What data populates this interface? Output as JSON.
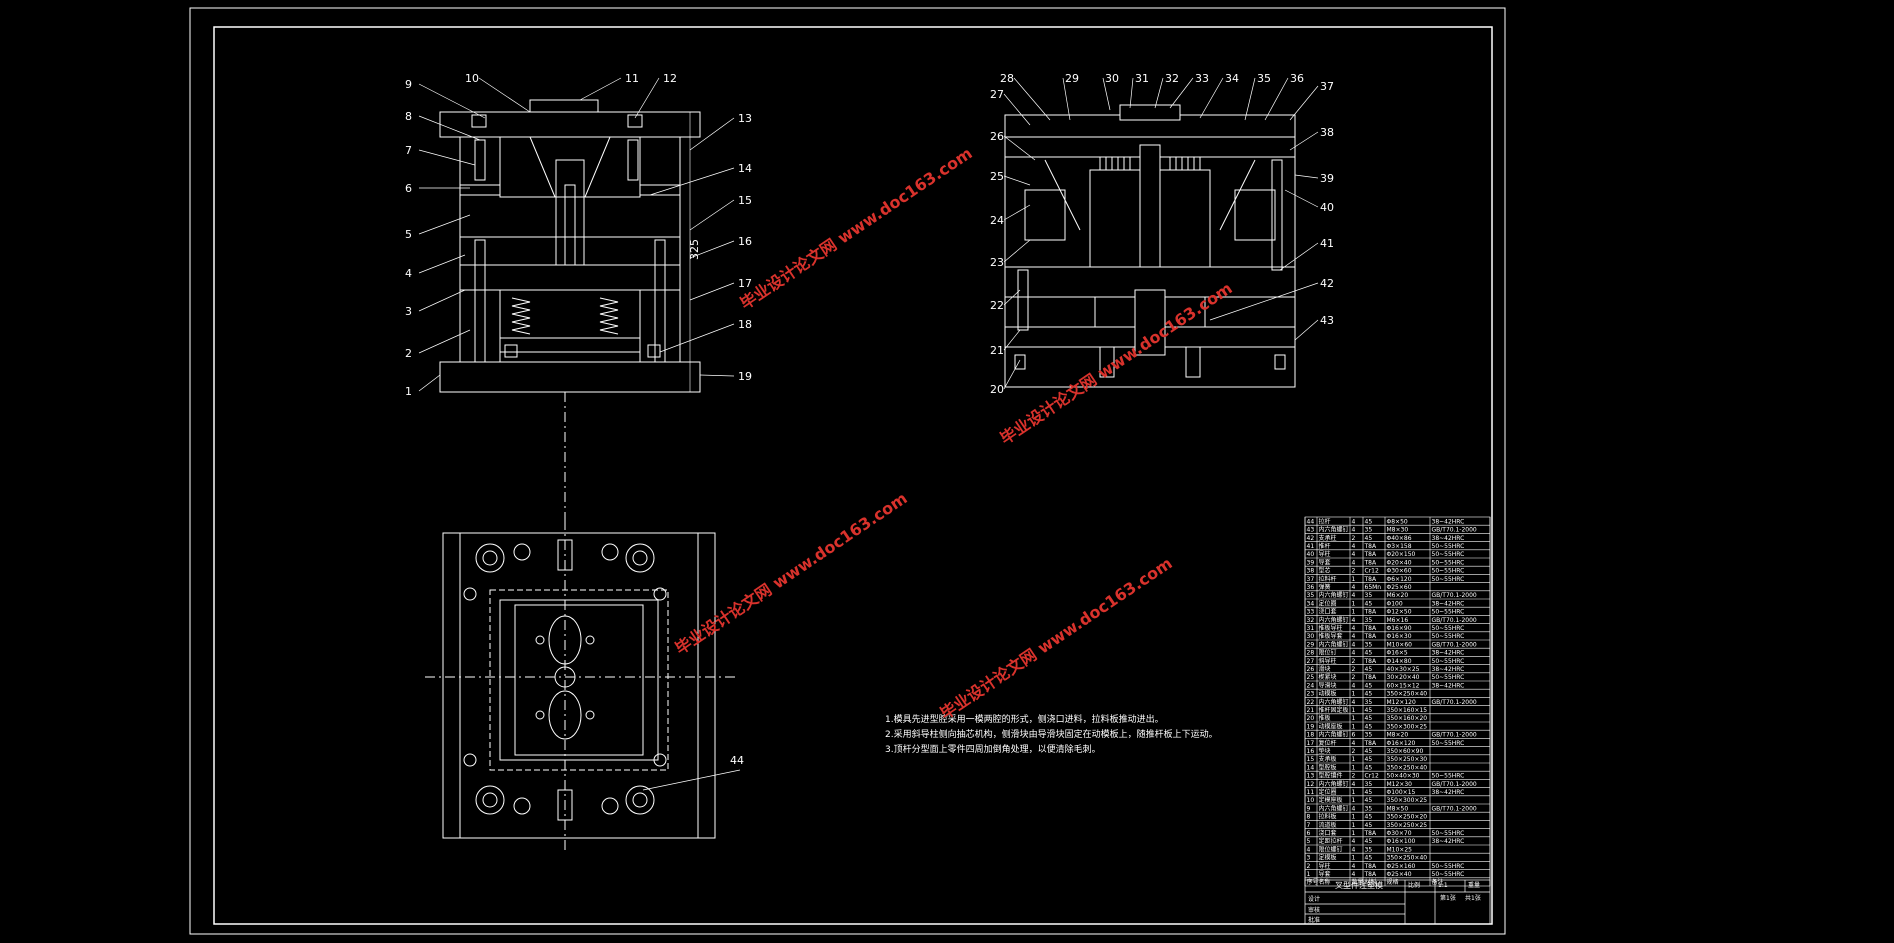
{
  "drawing": {
    "callouts_front": [
      "1",
      "2",
      "3",
      "4",
      "5",
      "6",
      "7",
      "8",
      "9",
      "10",
      "11",
      "12",
      "13",
      "14",
      "15",
      "16",
      "17",
      "18",
      "19"
    ],
    "callouts_side": [
      "20",
      "21",
      "22",
      "23",
      "24",
      "25",
      "26",
      "27",
      "28",
      "29",
      "30",
      "31",
      "32",
      "33",
      "34",
      "35",
      "36",
      "37",
      "38",
      "39",
      "40",
      "41",
      "42",
      "43"
    ],
    "callout_plan": "44",
    "dimension_height": "325",
    "notes": [
      "1.模具先进型腔采用一模两腔的形式，侧浇口进料，拉料板推动进出。",
      "2.采用斜导柱侧向抽芯机构，侧滑块由导滑块固定在动模板上，随推杆板上下运动。",
      "3.顶杆分型面上零件四周加倒角处理，以便清除毛刺。"
    ],
    "watermark": "毕业设计论文网 www.doc163.com",
    "colors": {
      "background": "#000000",
      "line": "#ffffff",
      "watermark": "#d9322c"
    }
  },
  "title_block": {
    "drawing_name": "叉型件注塑模",
    "scale_label": "比例",
    "scale": "1:1",
    "weight_label": "重量",
    "sheet": "第1张",
    "sheets_total": "共1张",
    "designer_label": "设计",
    "checker_label": "审核",
    "approver_label": "批准"
  },
  "bom": {
    "headers": [
      "序号",
      "名称",
      "数量",
      "材料",
      "规格",
      "备注"
    ],
    "rows": [
      [
        "44",
        "拉杆",
        "4",
        "45",
        "Φ8×50",
        "38~42HRC"
      ],
      [
        "43",
        "内六角螺钉",
        "4",
        "35",
        "M8×30",
        "GB/T70.1-2000"
      ],
      [
        "42",
        "支承柱",
        "2",
        "45",
        "Φ40×86",
        "38~42HRC"
      ],
      [
        "41",
        "推杆",
        "4",
        "T8A",
        "Φ3×158",
        "50~55HRC"
      ],
      [
        "40",
        "导柱",
        "4",
        "T8A",
        "Φ20×150",
        "50~55HRC"
      ],
      [
        "39",
        "导套",
        "4",
        "T8A",
        "Φ20×40",
        "50~55HRC"
      ],
      [
        "38",
        "型芯",
        "2",
        "Cr12",
        "Φ30×60",
        "50~55HRC"
      ],
      [
        "37",
        "拉料杆",
        "1",
        "T8A",
        "Φ6×120",
        "50~55HRC"
      ],
      [
        "36",
        "弹簧",
        "4",
        "65Mn",
        "Φ25×60",
        ""
      ],
      [
        "35",
        "内六角螺钉",
        "4",
        "35",
        "M6×20",
        "GB/T70.1-2000"
      ],
      [
        "34",
        "定位圈",
        "1",
        "45",
        "Φ100",
        "38~42HRC"
      ],
      [
        "33",
        "浇口套",
        "1",
        "T8A",
        "Φ12×50",
        "50~55HRC"
      ],
      [
        "32",
        "内六角螺钉",
        "4",
        "35",
        "M6×16",
        "GB/T70.1-2000"
      ],
      [
        "31",
        "推板导柱",
        "4",
        "T8A",
        "Φ16×90",
        "50~55HRC"
      ],
      [
        "30",
        "推板导套",
        "4",
        "T8A",
        "Φ16×30",
        "50~55HRC"
      ],
      [
        "29",
        "内六角螺钉",
        "4",
        "35",
        "M10×60",
        "GB/T70.1-2000"
      ],
      [
        "28",
        "限位钉",
        "4",
        "45",
        "Φ16×5",
        "38~42HRC"
      ],
      [
        "27",
        "斜导柱",
        "2",
        "T8A",
        "Φ14×80",
        "50~55HRC"
      ],
      [
        "26",
        "滑块",
        "2",
        "45",
        "40×30×25",
        "38~42HRC"
      ],
      [
        "25",
        "楔紧块",
        "2",
        "T8A",
        "30×20×40",
        "50~55HRC"
      ],
      [
        "24",
        "导滑块",
        "4",
        "45",
        "60×15×12",
        "38~42HRC"
      ],
      [
        "23",
        "动模板",
        "1",
        "45",
        "350×250×40",
        ""
      ],
      [
        "22",
        "内六角螺钉",
        "4",
        "35",
        "M12×120",
        "GB/T70.1-2000"
      ],
      [
        "21",
        "推杆固定板",
        "1",
        "45",
        "350×160×15",
        ""
      ],
      [
        "20",
        "推板",
        "1",
        "45",
        "350×160×20",
        ""
      ],
      [
        "19",
        "动模座板",
        "1",
        "45",
        "350×300×25",
        ""
      ],
      [
        "18",
        "内六角螺钉",
        "6",
        "35",
        "M8×20",
        "GB/T70.1-2000"
      ],
      [
        "17",
        "复位杆",
        "4",
        "T8A",
        "Φ16×120",
        "50~55HRC"
      ],
      [
        "16",
        "垫块",
        "2",
        "45",
        "350×60×90",
        ""
      ],
      [
        "15",
        "支承板",
        "1",
        "45",
        "350×250×30",
        ""
      ],
      [
        "14",
        "型腔板",
        "1",
        "45",
        "350×250×40",
        ""
      ],
      [
        "13",
        "型腔镶件",
        "2",
        "Cr12",
        "50×40×30",
        "50~55HRC"
      ],
      [
        "12",
        "内六角螺钉",
        "4",
        "35",
        "M12×30",
        "GB/T70.1-2000"
      ],
      [
        "11",
        "定位圈",
        "1",
        "45",
        "Φ100×15",
        "38~42HRC"
      ],
      [
        "10",
        "定模座板",
        "1",
        "45",
        "350×300×25",
        ""
      ],
      [
        "9",
        "内六角螺钉",
        "4",
        "35",
        "M8×50",
        "GB/T70.1-2000"
      ],
      [
        "8",
        "拉料板",
        "1",
        "45",
        "350×250×20",
        ""
      ],
      [
        "7",
        "流道板",
        "1",
        "45",
        "350×250×25",
        ""
      ],
      [
        "6",
        "浇口套",
        "1",
        "T8A",
        "Φ30×70",
        "50~55HRC"
      ],
      [
        "5",
        "定距拉杆",
        "4",
        "45",
        "Φ16×100",
        "38~42HRC"
      ],
      [
        "4",
        "限位螺钉",
        "4",
        "35",
        "M10×25",
        ""
      ],
      [
        "3",
        "定模板",
        "1",
        "45",
        "350×250×40",
        ""
      ],
      [
        "2",
        "导柱",
        "4",
        "T8A",
        "Φ25×160",
        "50~55HRC"
      ],
      [
        "1",
        "导套",
        "4",
        "T8A",
        "Φ25×40",
        "50~55HRC"
      ]
    ]
  }
}
